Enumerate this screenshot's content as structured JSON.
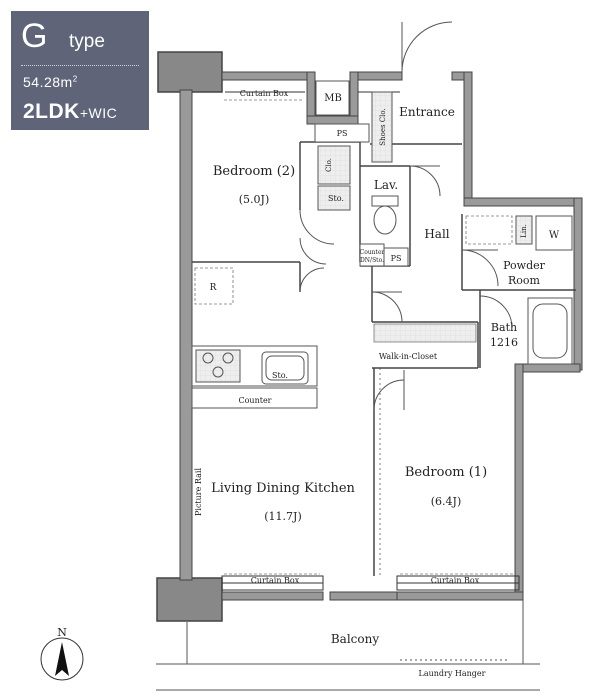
{
  "badge": {
    "type_letter": "G",
    "type_word": "type",
    "area_value": "54.28",
    "area_unit": "m",
    "area_exp": "2",
    "layout": "2LDK",
    "layout_suffix": "+WIC"
  },
  "rooms": {
    "bedroom2_name": "Bedroom (2)",
    "bedroom2_size": "(5.0J)",
    "bedroom1_name": "Bedroom (1)",
    "bedroom1_size": "(6.4J)",
    "ldk_name": "Living Dining Kitchen",
    "ldk_size": "(11.7J)",
    "entrance": "Entrance",
    "hall": "Hall",
    "lav": "Lav.",
    "powder_room_1": "Powder",
    "powder_room_2": "Room",
    "bath_1": "Bath",
    "bath_2": "1216",
    "wic": "Walk-in-Closet",
    "balcony": "Balcony"
  },
  "fixtures": {
    "curtain_box": "Curtain Box",
    "mb": "MB",
    "ps": "PS",
    "shoes_clo": "Shoes Clo.",
    "clo": "Clo.",
    "sto": "Sto.",
    "counter_dn_sto_1": "Counter",
    "counter_dn_sto_2": "DN/Sto.",
    "lin": "Lin.",
    "w": "W",
    "r": "R",
    "counter": "Counter",
    "picture_rail": "Picture Rail",
    "laundry_hanger": "Laundry Hanger"
  },
  "compass": {
    "north": "N"
  }
}
